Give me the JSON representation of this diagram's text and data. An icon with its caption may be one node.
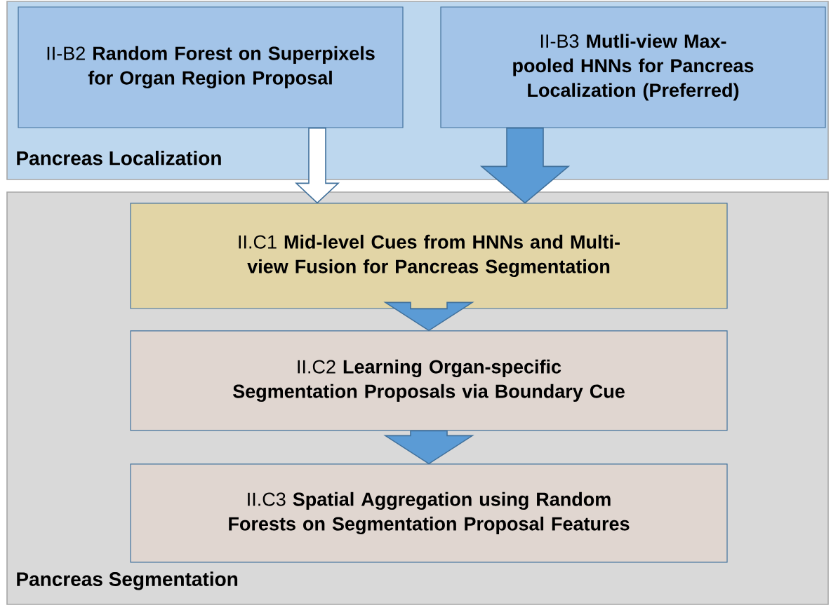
{
  "diagram": {
    "nodes": [
      {
        "text": [
          "Pancreas Localization"
        ]
      },
      {
        "text": [
          "II-B2 **Random Forest on Superpixels for Organ Region Proposal**"
        ],
        "in": 0
      },
      {
        "text": [
          "II-B3 **Mutli-view Max-pooled HNNs for Pancreas Localization (Preferred)**"
        ],
        "in": 0
      },
      {
        "text": [
          "Pancreas Segmentation"
        ]
      },
      {
        "text": [
          "II.C1 **Mid-level Cues from HNNs and Multi-view Fusion for Pancreas Segmentation**"
        ],
        "in": 3
      },
      {
        "text": [
          "II.C2 **Learning Organ-specific Segmentation Proposals via Boundary Cue**"
        ],
        "in": 3
      },
      {
        "text": [
          "II.C3 **Spatial Aggregation using Random Forests on Segmentation Proposal Features**"
        ],
        "in": 3
      }
    ],
    "edges": [
      {
        "from": 1,
        "to": 4,
        "arrow": "to",
        "color": "#ffffff"
      },
      {
        "from": 2,
        "to": 4,
        "arrow": "to"
      },
      {
        "from": 4,
        "to": 5,
        "arrow": "to"
      },
      {
        "from": 5,
        "to": 6,
        "arrow": "to"
      }
    ]
  }
}
